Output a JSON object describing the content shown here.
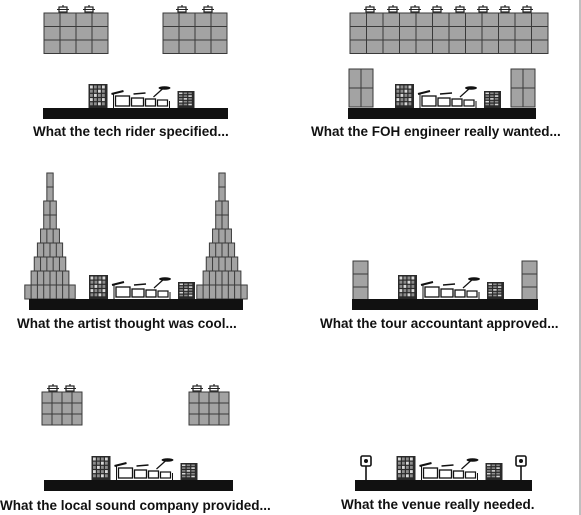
{
  "colors": {
    "speaker_fill": "#a3a3a3",
    "speaker_stroke": "#3a3a3a",
    "stage": "#111111",
    "background": "#ffffff",
    "caption": "#111111"
  },
  "panels": [
    {
      "id": "tech-rider",
      "caption": "What the tech rider specified..."
    },
    {
      "id": "foh-engineer",
      "caption": "What the FOH engineer really wanted..."
    },
    {
      "id": "artist",
      "caption": "What the artist thought was cool..."
    },
    {
      "id": "tour-accountant",
      "caption": "What the tour accountant approved..."
    },
    {
      "id": "local-company",
      "caption": "What the local sound company provided..."
    },
    {
      "id": "venue",
      "caption": "What the venue really needed."
    }
  ]
}
